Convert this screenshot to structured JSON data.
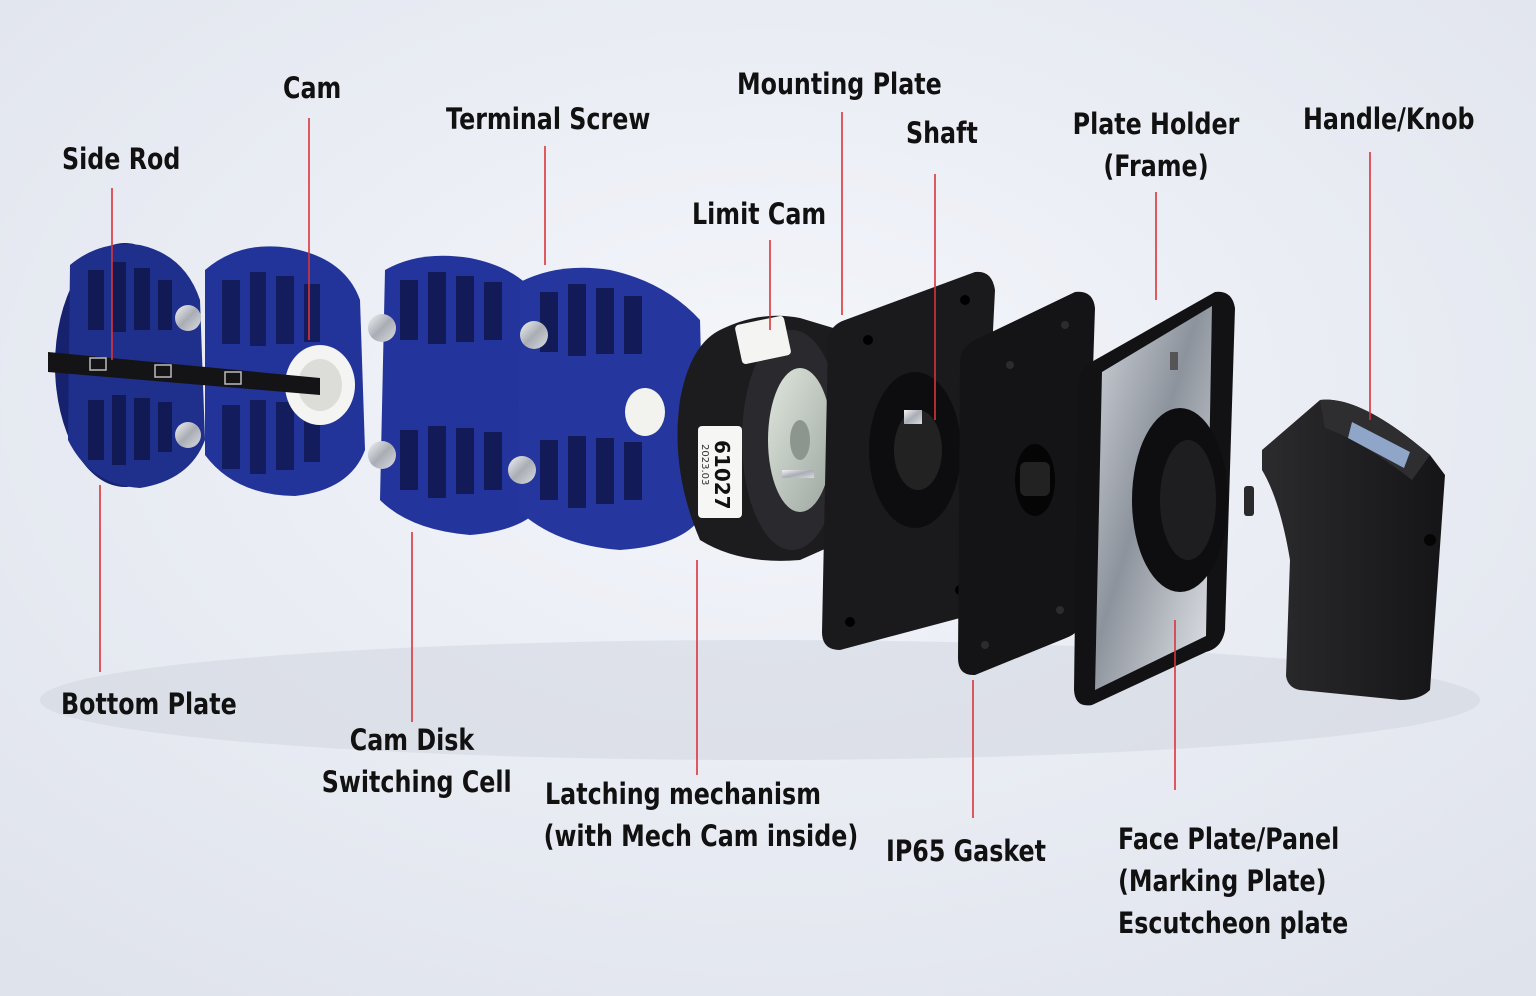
{
  "labels": {
    "cam": "Cam",
    "side_rod": "Side Rod",
    "terminal_screw": "Terminal Screw",
    "mounting_plate": "Mounting Plate",
    "shaft": "Shaft",
    "plate_holder": "Plate Holder\n(Frame)",
    "handle_knob": "Handle/Knob",
    "limit_cam": "Limit Cam",
    "bottom_plate": "Bottom Plate",
    "cam_disk": "Cam Disk\nSwitching Cell",
    "latching": "Latching mechanism\n(with Mech Cam inside)",
    "gasket": "IP65 Gasket",
    "face_plate": "Face Plate/Panel\n(Marking Plate)\nEscutcheon plate"
  },
  "sticker": {
    "number": "61027",
    "date": "2023.03"
  },
  "colors": {
    "background": "#e9ecf3",
    "leader_line": "#d9343a",
    "blue_part": "#1f2f8c",
    "black_part": "#1a1a1c",
    "label_text": "#111111"
  }
}
